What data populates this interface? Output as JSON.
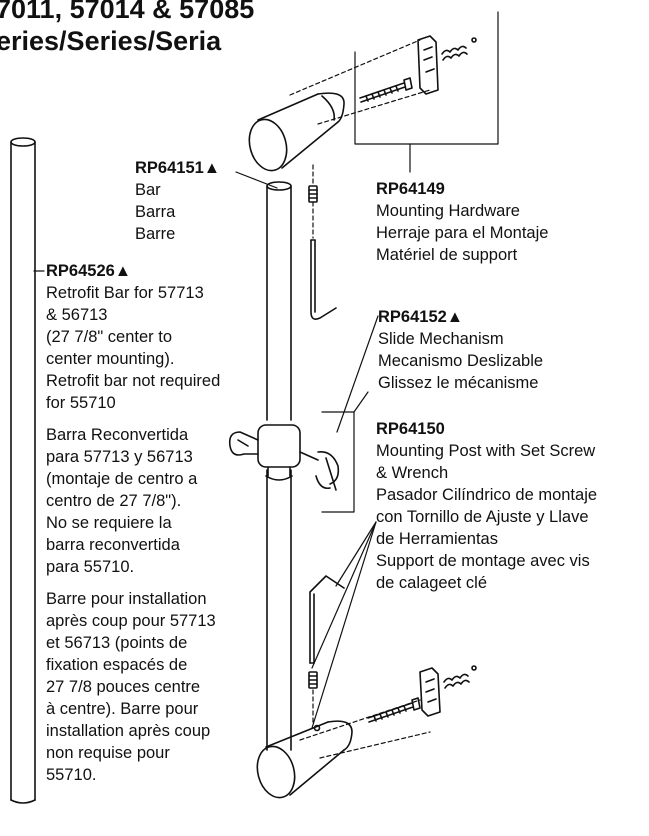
{
  "title": {
    "line1": "7011, 57014 & 57085",
    "line2": "eries/Series/Seria"
  },
  "parts": {
    "bar": {
      "number": "RP64151▲",
      "lines": [
        "Bar",
        "Barra",
        "Barre"
      ]
    },
    "hardware": {
      "number": "RP64149",
      "lines": [
        "Mounting Hardware",
        "Herraje para el Montaje",
        "Matériel de support"
      ]
    },
    "slide": {
      "number": "RP64152▲",
      "lines": [
        "Slide Mechanism",
        "Mecanismo Deslizable",
        "Glissez le mécanisme"
      ]
    },
    "post": {
      "number": "RP64150",
      "lines": [
        "Mounting Post with Set Screw",
        "& Wrench",
        "Pasador Cilíndrico de montaje",
        "con Tornillo de Ajuste y Llave",
        "de Herramientas",
        "Support de montage avec vis",
        "de calageet clé"
      ]
    },
    "retrofit": {
      "number": "RP64526▲",
      "english": [
        "Retrofit Bar for 57713",
        "& 56713",
        "(27 7/8\" center to",
        "center mounting).",
        "Retrofit bar not required",
        "for 55710"
      ],
      "spanish": [
        "Barra Reconvertida",
        "para 57713 y 56713",
        "(montaje de centro a",
        "centro de 27 7/8\").",
        "No se requiere la",
        "barra reconvertida",
        "para 55710."
      ],
      "french": [
        "Barre pour installation",
        "après coup pour 57713",
        "et 56713 (points de",
        "fixation espacés de",
        "27 7/8 pouces centre",
        "à centre). Barre pour",
        "installation après coup",
        "non requise pour",
        "55710."
      ]
    }
  }
}
